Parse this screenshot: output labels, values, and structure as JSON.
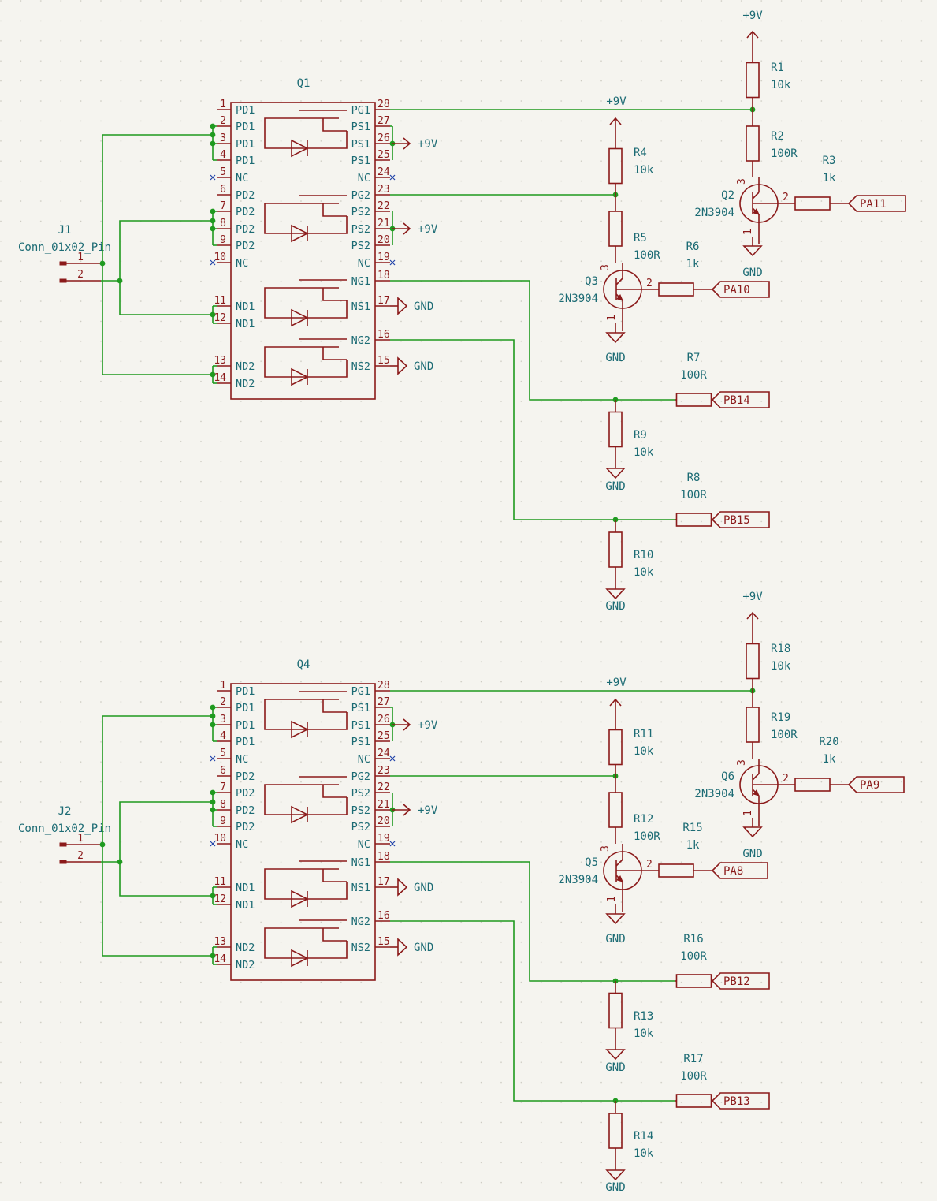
{
  "connectors": [
    {
      "ref": "J1",
      "value": "Conn_01x02_Pin",
      "pins": [
        "1",
        "2"
      ]
    },
    {
      "ref": "J2",
      "value": "Conn_01x02_Pin",
      "pins": [
        "1",
        "2"
      ]
    }
  ],
  "bridges": [
    {
      "ref": "Q1",
      "pins": [
        {
          "num": "1",
          "name": "PD1"
        },
        {
          "num": "2",
          "name": "PD1"
        },
        {
          "num": "3",
          "name": "PD1"
        },
        {
          "num": "4",
          "name": "PD1"
        },
        {
          "num": "5",
          "name": "NC"
        },
        {
          "num": "6",
          "name": "PD2"
        },
        {
          "num": "7",
          "name": "PD2"
        },
        {
          "num": "8",
          "name": "PD2"
        },
        {
          "num": "9",
          "name": "PD2"
        },
        {
          "num": "10",
          "name": "NC"
        },
        {
          "num": "11",
          "name": "ND1"
        },
        {
          "num": "12",
          "name": "ND1"
        },
        {
          "num": "13",
          "name": "ND2"
        },
        {
          "num": "14",
          "name": "ND2"
        }
      ],
      "right_pins": [
        {
          "num": "28",
          "name": "PG1"
        },
        {
          "num": "27",
          "name": "PS1"
        },
        {
          "num": "26",
          "name": "PS1"
        },
        {
          "num": "25",
          "name": "PS1"
        },
        {
          "num": "24",
          "name": "NC"
        },
        {
          "num": "23",
          "name": "PG2"
        },
        {
          "num": "22",
          "name": "PS2"
        },
        {
          "num": "21",
          "name": "PS2"
        },
        {
          "num": "20",
          "name": "PS2"
        },
        {
          "num": "19",
          "name": "NC"
        },
        {
          "num": "18",
          "name": "NG1"
        },
        {
          "num": "17",
          "name": "NS1"
        },
        {
          "num": "16",
          "name": "NG2"
        },
        {
          "num": "15",
          "name": "NS2"
        }
      ]
    },
    {
      "ref": "Q4",
      "pins": [
        {
          "num": "1",
          "name": "PD1"
        },
        {
          "num": "2",
          "name": "PD1"
        },
        {
          "num": "3",
          "name": "PD1"
        },
        {
          "num": "4",
          "name": "PD1"
        },
        {
          "num": "5",
          "name": "NC"
        },
        {
          "num": "6",
          "name": "PD2"
        },
        {
          "num": "7",
          "name": "PD2"
        },
        {
          "num": "8",
          "name": "PD2"
        },
        {
          "num": "9",
          "name": "PD2"
        },
        {
          "num": "10",
          "name": "NC"
        },
        {
          "num": "11",
          "name": "ND1"
        },
        {
          "num": "12",
          "name": "ND1"
        },
        {
          "num": "13",
          "name": "ND2"
        },
        {
          "num": "14",
          "name": "ND2"
        }
      ],
      "right_pins": [
        {
          "num": "28",
          "name": "PG1"
        },
        {
          "num": "27",
          "name": "PS1"
        },
        {
          "num": "26",
          "name": "PS1"
        },
        {
          "num": "25",
          "name": "PS1"
        },
        {
          "num": "24",
          "name": "NC"
        },
        {
          "num": "23",
          "name": "PG2"
        },
        {
          "num": "22",
          "name": "PS2"
        },
        {
          "num": "21",
          "name": "PS2"
        },
        {
          "num": "20",
          "name": "PS2"
        },
        {
          "num": "19",
          "name": "NC"
        },
        {
          "num": "18",
          "name": "NG1"
        },
        {
          "num": "17",
          "name": "NS1"
        },
        {
          "num": "16",
          "name": "NG2"
        },
        {
          "num": "15",
          "name": "NS2"
        }
      ]
    }
  ],
  "resistors": {
    "R1": {
      "ref": "R1",
      "value": "10k"
    },
    "R2": {
      "ref": "R2",
      "value": "100R"
    },
    "R3": {
      "ref": "R3",
      "value": "1k"
    },
    "R4": {
      "ref": "R4",
      "value": "10k"
    },
    "R5": {
      "ref": "R5",
      "value": "100R"
    },
    "R6": {
      "ref": "R6",
      "value": "1k"
    },
    "R7": {
      "ref": "R7",
      "value": "100R"
    },
    "R8": {
      "ref": "R8",
      "value": "100R"
    },
    "R9": {
      "ref": "R9",
      "value": "10k"
    },
    "R10": {
      "ref": "R10",
      "value": "10k"
    },
    "R11": {
      "ref": "R11",
      "value": "10k"
    },
    "R12": {
      "ref": "R12",
      "value": "100R"
    },
    "R13": {
      "ref": "R13",
      "value": "10k"
    },
    "R14": {
      "ref": "R14",
      "value": "10k"
    },
    "R15": {
      "ref": "R15",
      "value": "1k"
    },
    "R16": {
      "ref": "R16",
      "value": "100R"
    },
    "R17": {
      "ref": "R17",
      "value": "100R"
    },
    "R18": {
      "ref": "R18",
      "value": "10k"
    },
    "R19": {
      "ref": "R19",
      "value": "100R"
    },
    "R20": {
      "ref": "R20",
      "value": "1k"
    }
  },
  "transistors": {
    "Q2": {
      "ref": "Q2",
      "value": "2N3904"
    },
    "Q3": {
      "ref": "Q3",
      "value": "2N3904"
    },
    "Q5": {
      "ref": "Q5",
      "value": "2N3904"
    },
    "Q6": {
      "ref": "Q6",
      "value": "2N3904"
    }
  },
  "transistor_pins": [
    "1",
    "2",
    "3"
  ],
  "labels": {
    "PA11": "PA11",
    "PA10": "PA10",
    "PB14": "PB14",
    "PB15": "PB15",
    "PA9": "PA9",
    "PA8": "PA8",
    "PB12": "PB12",
    "PB13": "PB13"
  },
  "power": {
    "vcc": "+9V",
    "gnd": "GND"
  },
  "colors": {
    "background": "#f5f4ef",
    "wire": "#1f9a1f",
    "component": "#8b1a1a",
    "text": "#1c6b74"
  }
}
